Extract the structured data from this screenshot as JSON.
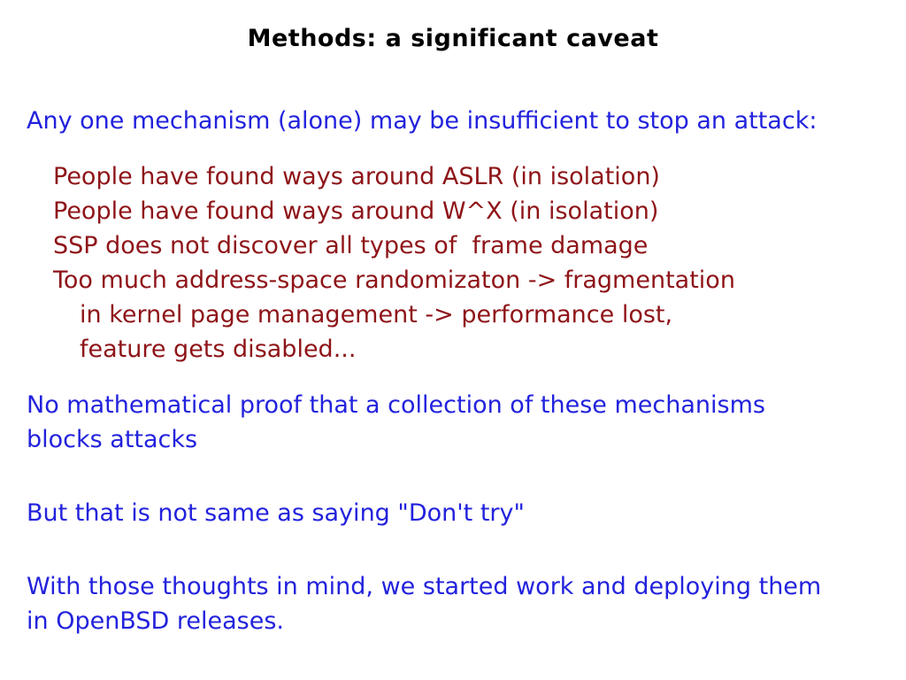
{
  "slide": {
    "title": "Methods: a significant caveat",
    "intro": "Any one mechanism (alone) may be insufficient to stop an attack:",
    "caveats": [
      {
        "indent": 1,
        "text": "People have found ways around ASLR (in isolation)"
      },
      {
        "indent": 1,
        "text": "People have found ways around W^X (in isolation)"
      },
      {
        "indent": 1,
        "text": "SSP does not discover all types of  frame damage"
      },
      {
        "indent": 1,
        "text": "Too much address-space randomizaton -> fragmentation"
      },
      {
        "indent": 2,
        "text": "in kernel page management -> performance lost,"
      },
      {
        "indent": 2,
        "text": "feature gets disabled..."
      }
    ],
    "conclusions": [
      {
        "lines": [
          "No mathematical proof that a collection of these mechanisms",
          "blocks attacks"
        ]
      },
      {
        "lines": [
          "But that is not same as saying \"Don't try\""
        ]
      },
      {
        "lines": [
          "With those thoughts in mind, we started work and deploying them",
          "in OpenBSD releases."
        ]
      }
    ],
    "colors": {
      "background": "#ffffff",
      "title_text": "#000000",
      "primary_text": "#2222dd",
      "caveat_text": "#8e1418"
    }
  }
}
